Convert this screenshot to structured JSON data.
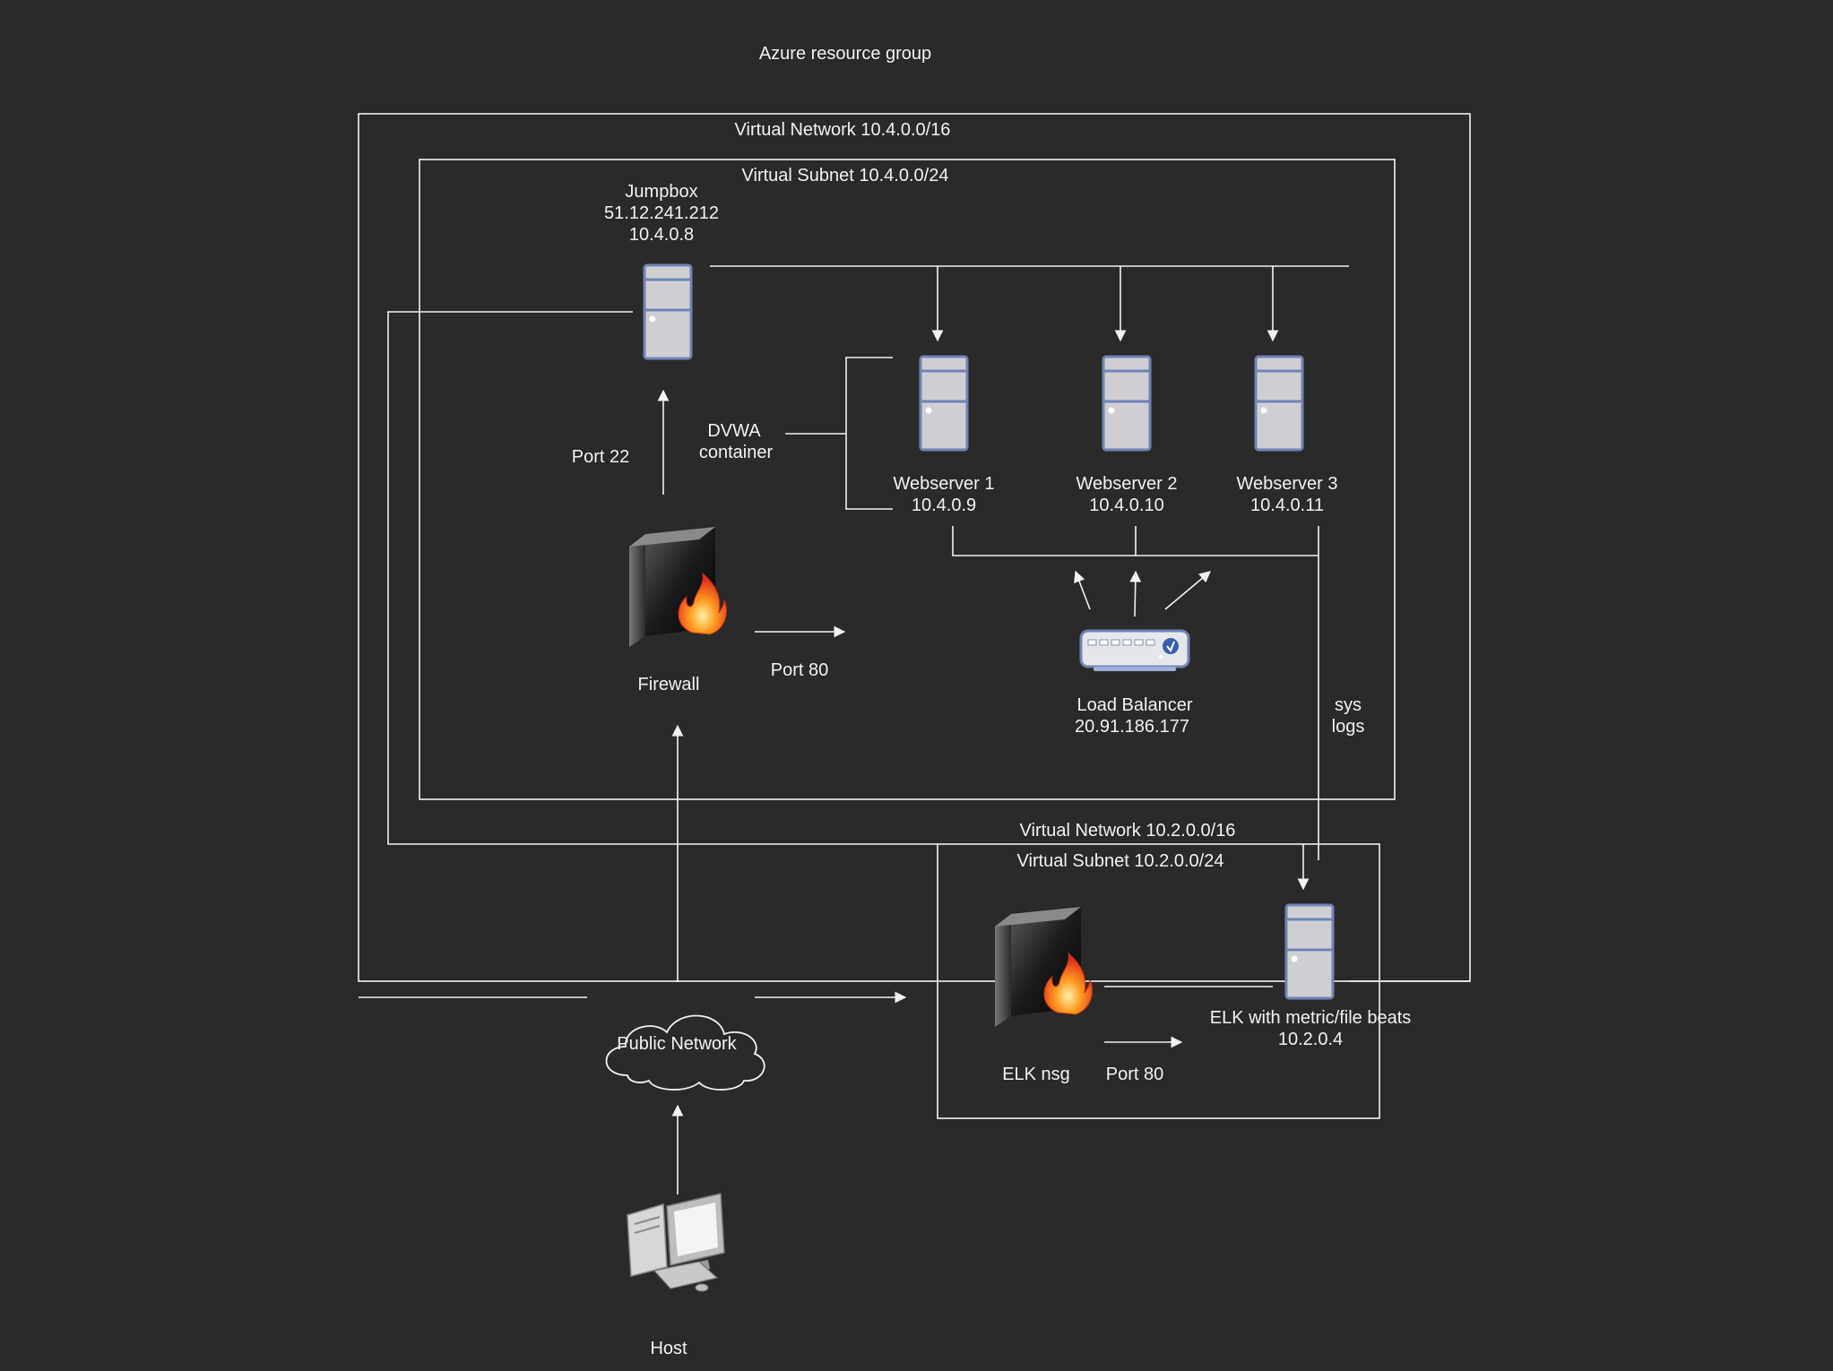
{
  "diagram": {
    "title": "Azure resource group",
    "vnet1": {
      "label": "Virtual Network 10.4.0.0/16"
    },
    "subnet1": {
      "label": "Virtual Subnet 10.4.0.0/24"
    },
    "vnet2": {
      "label": "Virtual Network 10.2.0.0/16"
    },
    "subnet2": {
      "label": "Virtual Subnet 10.2.0.0/24"
    },
    "jumpbox": {
      "name": "Jumpbox",
      "public_ip": "51.12.241.212",
      "private_ip": "10.4.0.8"
    },
    "webservers": [
      {
        "name": "Webserver 1",
        "ip": "10.4.0.9"
      },
      {
        "name": "Webserver 2",
        "ip": "10.4.0.10"
      },
      {
        "name": "Webserver 3",
        "ip": "10.4.0.11"
      }
    ],
    "dvwa": {
      "line1": "DVWA",
      "line2": "container"
    },
    "port22": "Port 22",
    "firewall": {
      "name": "Firewall"
    },
    "port80_lb": "Port 80",
    "load_balancer": {
      "name": "Load Balancer",
      "ip": "20.91.186.177"
    },
    "syslogs": {
      "line1": "sys",
      "line2": "logs"
    },
    "elk_nsg": {
      "name": "ELK nsg"
    },
    "port80_elk": "Port 80",
    "elk": {
      "name": "ELK with metric/file beats",
      "ip": "10.2.0.4"
    },
    "public_network": "Public Network",
    "host": "Host"
  },
  "colors": {
    "background": "#2a2a2a",
    "line": "#f2f2f2",
    "server_fill": "#cfcfd3",
    "server_stroke": "#6f84b5"
  }
}
